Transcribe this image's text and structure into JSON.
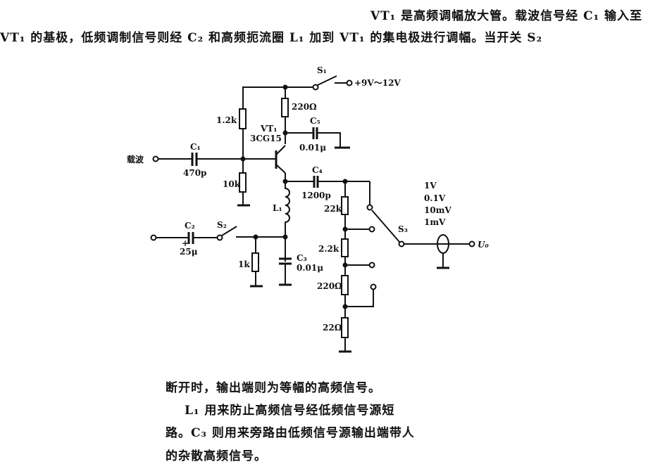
{
  "text": {
    "line1": "VT₁ 是高频调幅放大管。载波信号经 C₁ 输入至",
    "line2": "VT₁ 的基极，低频调制信号则经 C₂ 和高频扼流圈 L₁ 加到 VT₁ 的集电极进行调幅。当开关 S₂",
    "line3": "断开时，输出端则为等幅的高频信号。",
    "line4": "L₁ 用来防止高频信号经低频信号源短",
    "line5": "路。C₃ 则用来旁路由低频信号源输出端带人",
    "line6": "的杂散高频信号。"
  },
  "circuit": {
    "s1": "S₁",
    "supply": "+9V～12V",
    "r1": "1.2k",
    "r2": "220Ω",
    "vt": "VT₁",
    "vt_model": "3CG15",
    "c5": "C₅",
    "c5_val": "0.01μ",
    "carrier": "载波",
    "c1": "C₁",
    "c1_val": "470p",
    "r3": "10k",
    "c4": "C₄",
    "c4_val": "1200p",
    "l1": "L₁",
    "c2": "C₂",
    "c2_val": "25μ",
    "s2": "S₂",
    "r4": "1k",
    "c3": "C₃",
    "c3_val": "0.01μ",
    "r5": "22k",
    "r6": "2.2k",
    "r7": "220Ω",
    "r8": "22Ω",
    "s3": "S₃",
    "levels": [
      "1V",
      "0.1V",
      "10mV",
      "1mV"
    ],
    "out": "U₀"
  }
}
